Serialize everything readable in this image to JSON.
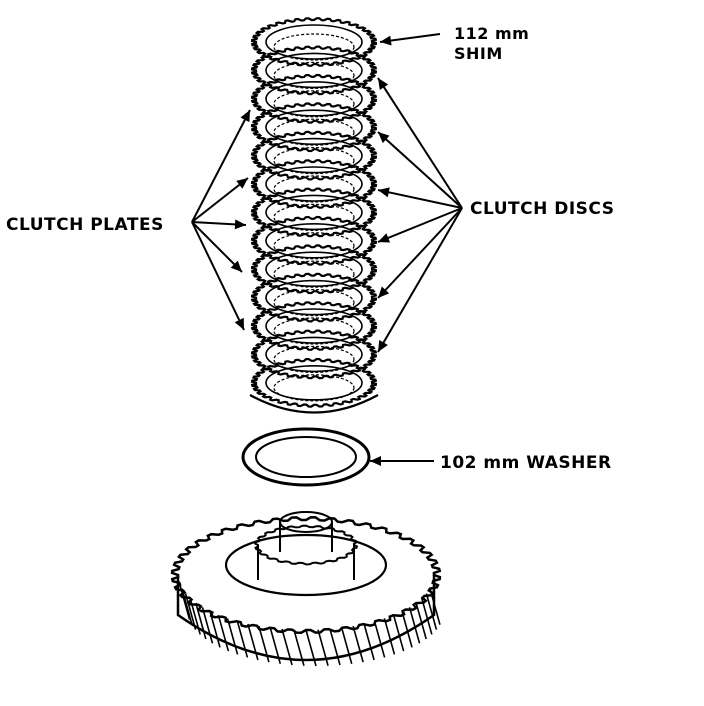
{
  "labels": {
    "shim_size": "112 mm",
    "shim_name": "SHIM",
    "clutch_plates": "CLUTCH PLATES",
    "clutch_discs": "CLUTCH DISCS",
    "washer": "102 mm WASHER"
  },
  "colors": {
    "ink": "#000000",
    "background": "#ffffff"
  }
}
